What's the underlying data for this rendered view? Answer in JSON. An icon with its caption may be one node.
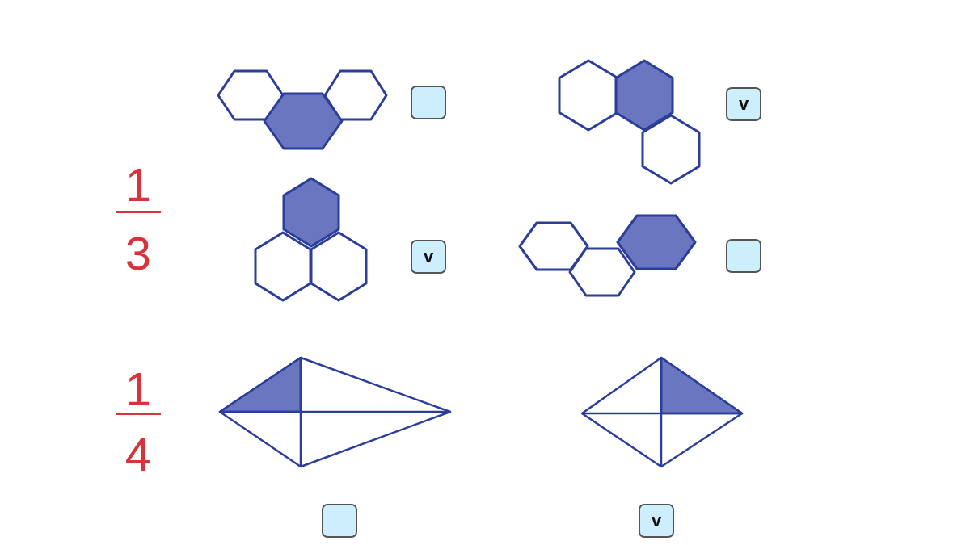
{
  "diagram": {
    "labels": [
      "1",
      "3",
      "v",
      "v",
      "1",
      "4",
      "v"
    ]
  }
}
